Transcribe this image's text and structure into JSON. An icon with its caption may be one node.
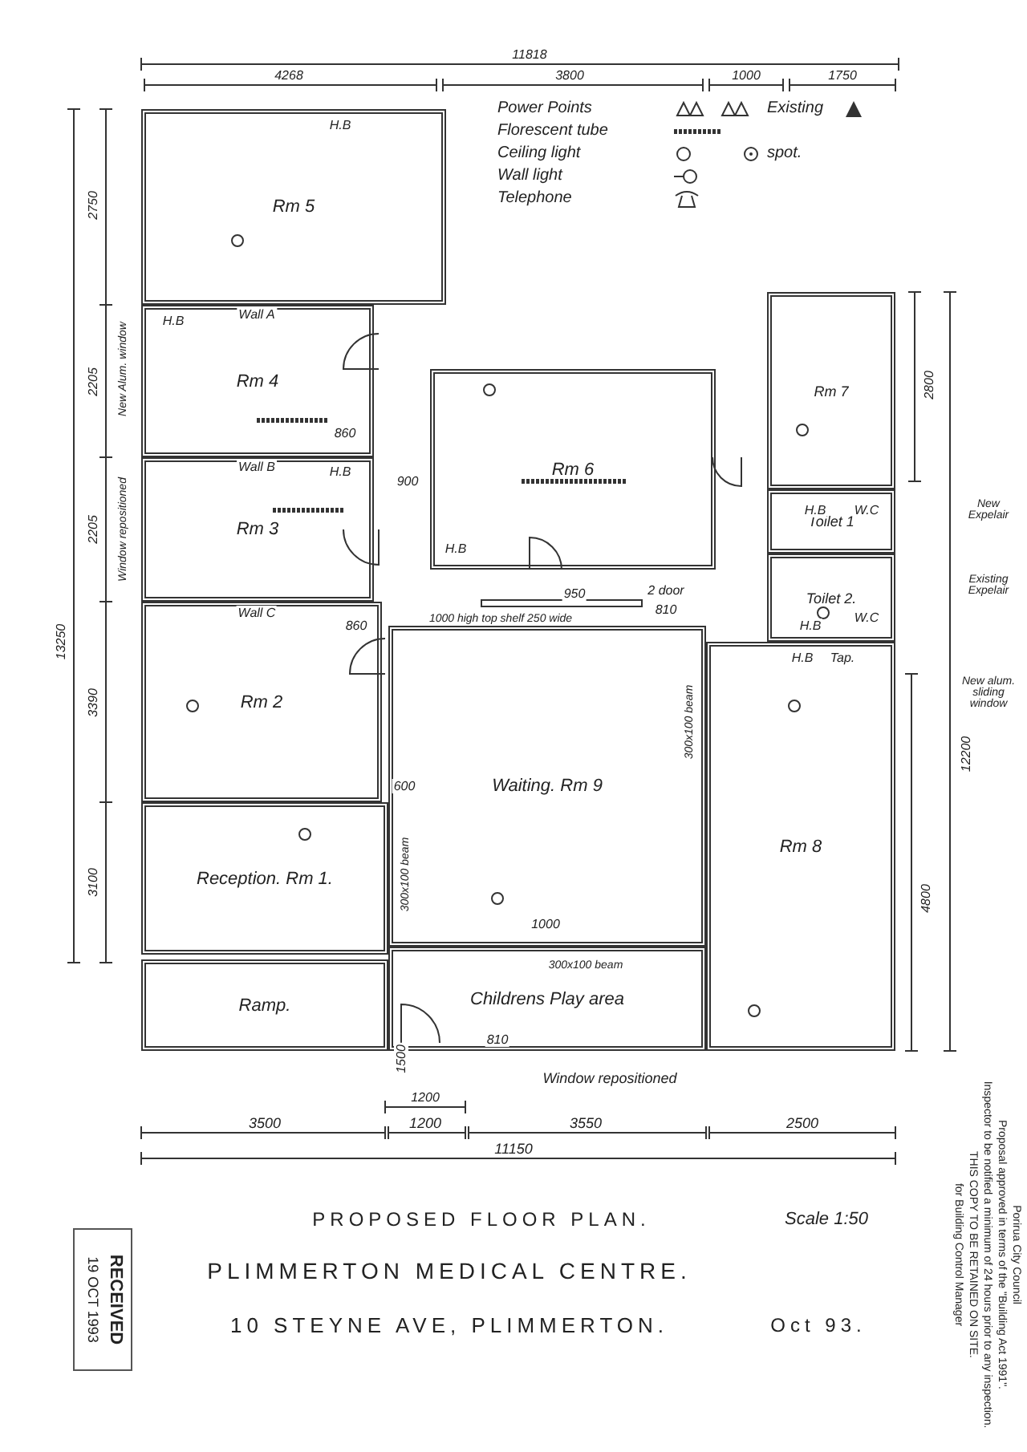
{
  "diagram": {
    "title": "PROPOSED FLOOR PLAN.",
    "nodes": [
      {
        "text": [
          "Rm 5"
        ]
      },
      {
        "text": [
          "Rm 4"
        ]
      },
      {
        "text": [
          "Rm 7"
        ]
      },
      {
        "text": [
          "Rm 6"
        ]
      },
      {
        "text": [
          "Rm 3"
        ]
      },
      {
        "text": [
          "Toilet 1"
        ]
      },
      {
        "text": [
          "Toilet 2."
        ]
      },
      {
        "text": [
          "Rm 2"
        ]
      },
      {
        "text": [
          "Waiting. Rm 9"
        ]
      },
      {
        "text": [
          "Rm 8"
        ]
      },
      {
        "text": [
          "Reception. Rm 1."
        ]
      },
      {
        "text": [
          "Childrens Play area"
        ]
      },
      {
        "text": [
          "Ramp."
        ]
      }
    ],
    "labels": [
      "11818",
      "4268",
      "3800",
      "1000",
      "1750",
      "2750",
      "2205",
      "2205",
      "3390",
      "3100",
      "13250",
      "New Alum. window",
      "Window repositioned",
      "Wall A",
      "Wall B",
      "Wall C",
      "H.B",
      "H.B",
      "H.B",
      "860",
      "900",
      "860",
      "H.B",
      "950",
      "1000 high top shelf 250 wide",
      "2 door",
      "810",
      "W.C",
      "H.B",
      "W.C",
      "H.B",
      "H.B",
      "Tap.",
      "New Expelair",
      "Existing Expelair",
      "New alum. sliding window",
      "2800",
      "4800",
      "12200",
      "600",
      "300x100 beam",
      "300x100 beam",
      "1000",
      "300x100 beam",
      "810",
      "1500",
      "Window repositioned",
      "1200",
      "3500",
      "1200",
      "3550",
      "2500",
      "11150",
      "Scale 1:50",
      "PLIMMERTON MEDICAL CENTRE.",
      "10 STEYNE AVE, PLIMMERTON.",
      "Oct 93.",
      "RECEIVED",
      "19 OCT 1993",
      "Porirua City Council",
      "Proposal approved in terms of the \"Building Act 1991\".",
      "Inspector to be notified a minimum of 24 hours prior to any inspection.",
      "THIS COPY TO BE RETAINED ON SITE.",
      "for Building Control Manager"
    ],
    "legend": [
      {
        "text": "Power Points"
      },
      {
        "text": "Florescent tube"
      },
      {
        "text": "Ceiling light"
      },
      {
        "text": "Wall light"
      },
      {
        "text": "Telephone"
      },
      {
        "text": "Existing"
      },
      {
        "text": "spot."
      }
    ]
  }
}
